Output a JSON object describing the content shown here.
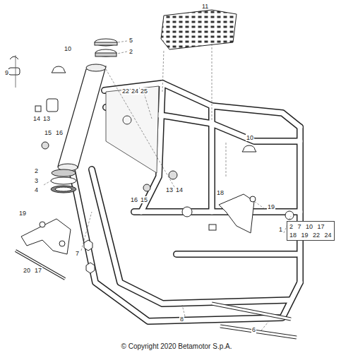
{
  "diagram": {
    "caption": "© Copyright 2020 Betamotor S.p.A.",
    "nodes": [
      {
        "text": [
          "2 7 10 17 18 19 22 24"
        ]
      }
    ],
    "edges": [],
    "labels": [
      "11",
      "5",
      "2",
      "10",
      "9",
      "22",
      "24",
      "25",
      "14",
      "13",
      "15",
      "16",
      "10",
      "2",
      "3",
      "4",
      "13",
      "14",
      "16",
      "15",
      "18",
      "19",
      "1",
      "19",
      "7",
      "20",
      "17",
      "8",
      "6"
    ]
  }
}
